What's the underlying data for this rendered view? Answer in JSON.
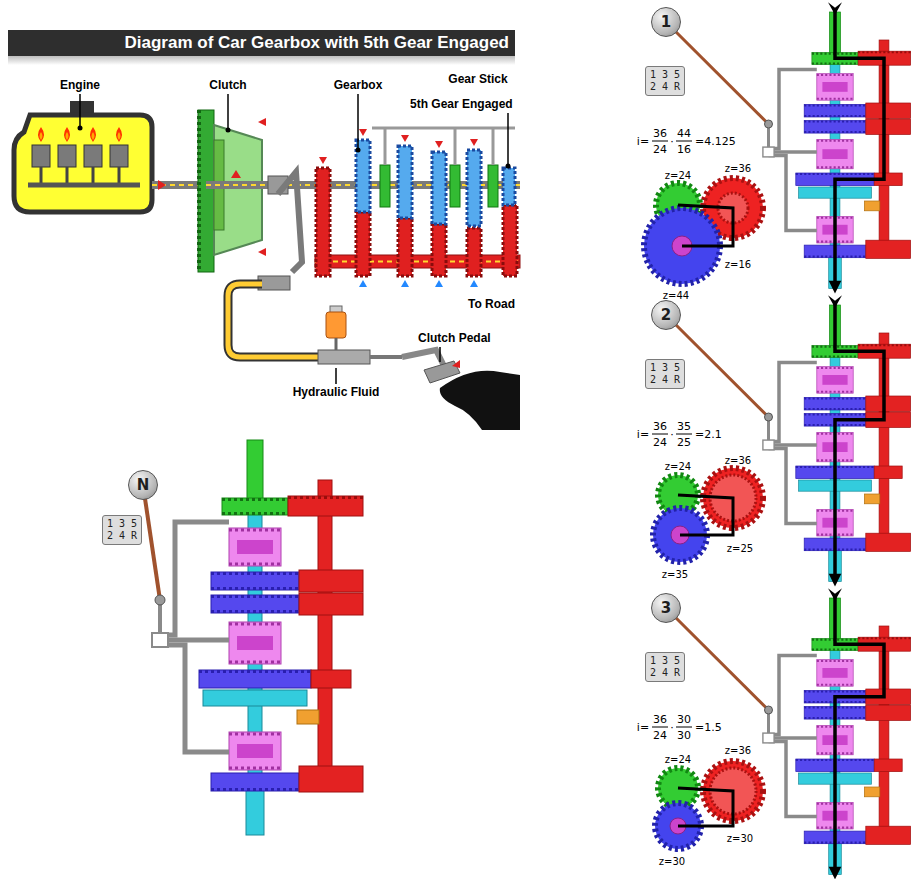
{
  "diagram": {
    "title": "Diagram of Car Gearbox with 5th Gear Engaged",
    "nodes": [
      {
        "text": [
          "1"
        ]
      },
      {
        "text": [
          "1 3 5",
          "2 4 R"
        ]
      },
      {
        "text": [
          "2"
        ]
      },
      {
        "text": [
          "1 3 5",
          "2 4 R"
        ]
      },
      {
        "text": [
          "N"
        ]
      },
      {
        "text": [
          "1 3 5",
          "2 4 R"
        ]
      },
      {
        "text": [
          "3"
        ]
      },
      {
        "text": [
          "1 3 5",
          "2 4 R"
        ]
      }
    ],
    "labels": [
      "Engine",
      "Clutch",
      "Gearbox",
      "Gear Stick",
      "5th Gear Engaged",
      "To Road",
      "Clutch Pedal",
      "Hydraulic Fluid",
      "i=",
      "36",
      "24",
      "·",
      "44",
      "16",
      "=4.125",
      "z=24",
      "z=36",
      "z=44",
      "z=16",
      "i=",
      "36",
      "24",
      "·",
      "35",
      "25",
      "=2.1",
      "z=24",
      "z=36",
      "z=35",
      "z=25",
      "i=",
      "36",
      "24",
      "·",
      "30",
      "30",
      "=1.5",
      "z=24",
      "z=36",
      "z=30",
      "z=30"
    ]
  }
}
